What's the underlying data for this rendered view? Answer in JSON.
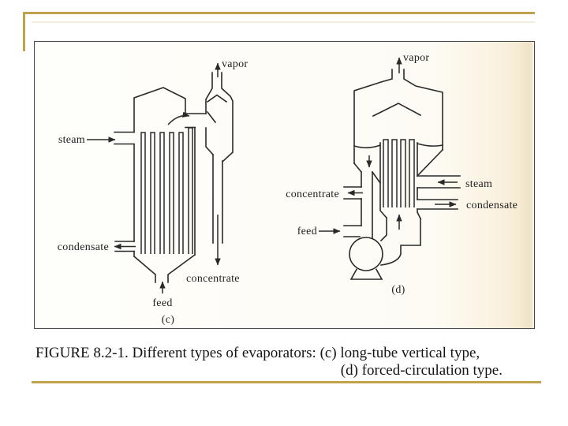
{
  "slide": {
    "background_color": "#ffffff",
    "accent_gold_color": "#c2a14c"
  },
  "figure_box": {
    "border_color": "#4a4a4a",
    "scan_tint_color": "#eee2c6",
    "ink_color": "#2a2a2a"
  },
  "caption": {
    "line1": "FIGURE 8.2-1. Different types of evaporators: (c) long-tube vertical type,",
    "line2": "(d) forced-circulation type."
  },
  "diagram_c": {
    "tag": "(c)",
    "labels": {
      "vapor": "vapor",
      "steam": "steam",
      "condensate": "condensate",
      "concentrate": "concentrate",
      "feed": "feed"
    }
  },
  "diagram_d": {
    "tag": "(d)",
    "labels": {
      "vapor": "vapor",
      "steam": "steam",
      "condensate": "condensate",
      "concentrate": "concentrate",
      "feed": "feed"
    }
  }
}
